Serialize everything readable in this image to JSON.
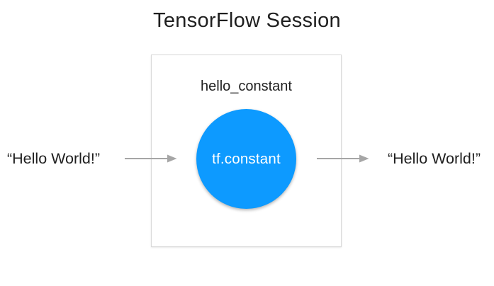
{
  "title": "TensorFlow Session",
  "session_box": {
    "node_name": "hello_constant",
    "node_label": "tf.constant"
  },
  "input": {
    "text": "“Hello World!”"
  },
  "output": {
    "text": "“Hello World!”"
  },
  "colors": {
    "background": "#ffffff",
    "text": "#1f1f1f",
    "box-border": "#d9d9d9",
    "node-fill": "#0d9aff",
    "node-text": "#ffffff",
    "arrow": "#a6a6a6"
  }
}
